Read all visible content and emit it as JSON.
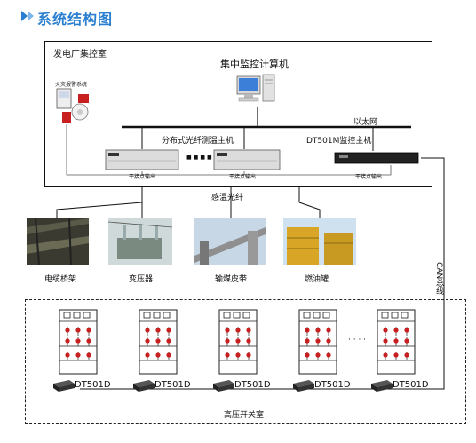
{
  "header": {
    "title": "系统结构图"
  },
  "control_room": {
    "label": "发电厂集控室",
    "computer_label": "集中监控计算机",
    "fire_alarm_label": "火灾报警系统",
    "ethernet_label": "以太网",
    "fiber_host_label": "分布式光纤测温主机",
    "dt501m_label": "DT501M监控主机",
    "dry_contact_1": "干接点输出",
    "dry_contact_2": "干接点输出",
    "dry_contact_3": "干接点输出",
    "ellipsis": "■■■■"
  },
  "sensing_fiber_label": "感温光纤",
  "can_bus_label": "CAN总线",
  "sites": [
    {
      "label": "电缆桥架"
    },
    {
      "label": "变压器"
    },
    {
      "label": "输煤皮带"
    },
    {
      "label": "燃油罐"
    }
  ],
  "switch_room": {
    "label": "高压开关室",
    "ellipsis": "· · · ·",
    "devices": [
      {
        "label": "DT501D"
      },
      {
        "label": "DT501D"
      },
      {
        "label": "DT501D"
      },
      {
        "label": "DT501D"
      },
      {
        "label": "DT501D"
      }
    ]
  },
  "colors": {
    "title": "#2a7fd0",
    "line": "#111111",
    "alarm_red": "#c82020"
  }
}
